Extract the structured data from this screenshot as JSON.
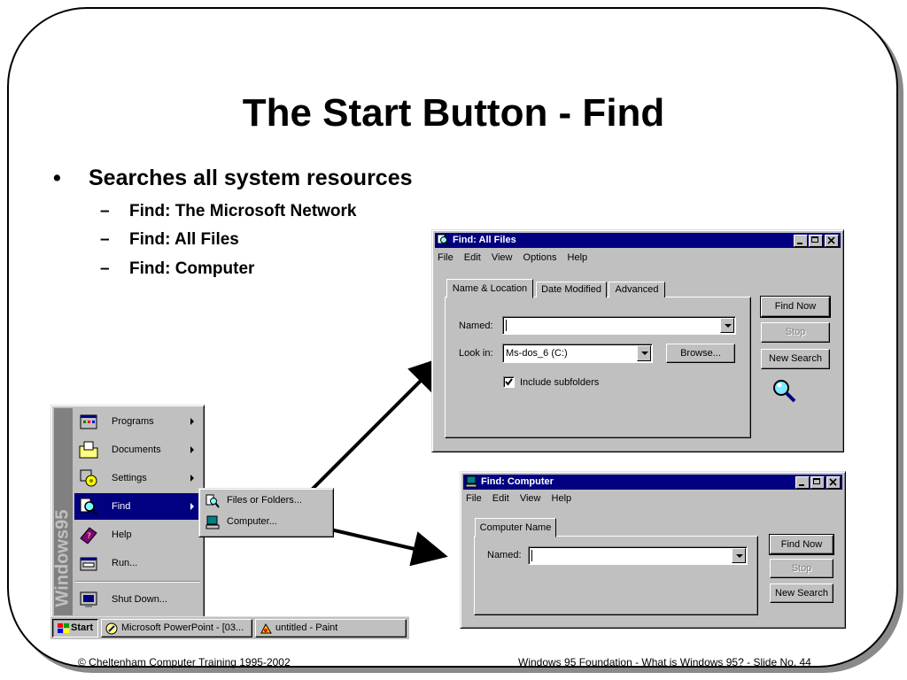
{
  "slide": {
    "title": "The Start Button - Find",
    "bullet_mark": "•",
    "bullet": "Searches all system resources",
    "dash": "–",
    "sub_bullets": [
      "Find: The Microsoft Network",
      "Find: All Files",
      "Find: Computer"
    ],
    "footer_left": "© Cheltenham Computer Training 1995-2002",
    "footer_right": "Windows 95 Foundation - What is Windows 95? - Slide No. 44"
  },
  "find_all_files": {
    "title": "Find: All Files",
    "menu": [
      "File",
      "Edit",
      "View",
      "Options",
      "Help"
    ],
    "tabs": [
      "Name & Location",
      "Date Modified",
      "Advanced"
    ],
    "named_label": "Named:",
    "named_value": "",
    "look_in_label": "Look in:",
    "look_in_value": "Ms-dos_6 (C:)",
    "browse_label": "Browse...",
    "include_subfolders_label": "Include subfolders",
    "include_subfolders_checked": true,
    "find_now_label": "Find Now",
    "stop_label": "Stop",
    "new_search_label": "New Search"
  },
  "find_computer": {
    "title": "Find: Computer",
    "menu": [
      "File",
      "Edit",
      "View",
      "Help"
    ],
    "tab": "Computer Name",
    "named_label": "Named:",
    "named_value": "",
    "find_now_label": "Find Now",
    "stop_label": "Stop",
    "new_search_label": "New Search"
  },
  "start_menu": {
    "side_text": "Windows95",
    "items": [
      "Programs",
      "Documents",
      "Settings",
      "Find",
      "Help",
      "Run...",
      "Shut Down..."
    ],
    "find_submenu": [
      "Files or Folders...",
      "Computer..."
    ]
  },
  "taskbar": {
    "start_label": "Start",
    "tasks": [
      "Microsoft PowerPoint - [03...",
      "untitled - Paint"
    ]
  },
  "colors": {
    "titlebar": "#000080",
    "face": "#c0c0c0",
    "highlight": "#000080"
  }
}
